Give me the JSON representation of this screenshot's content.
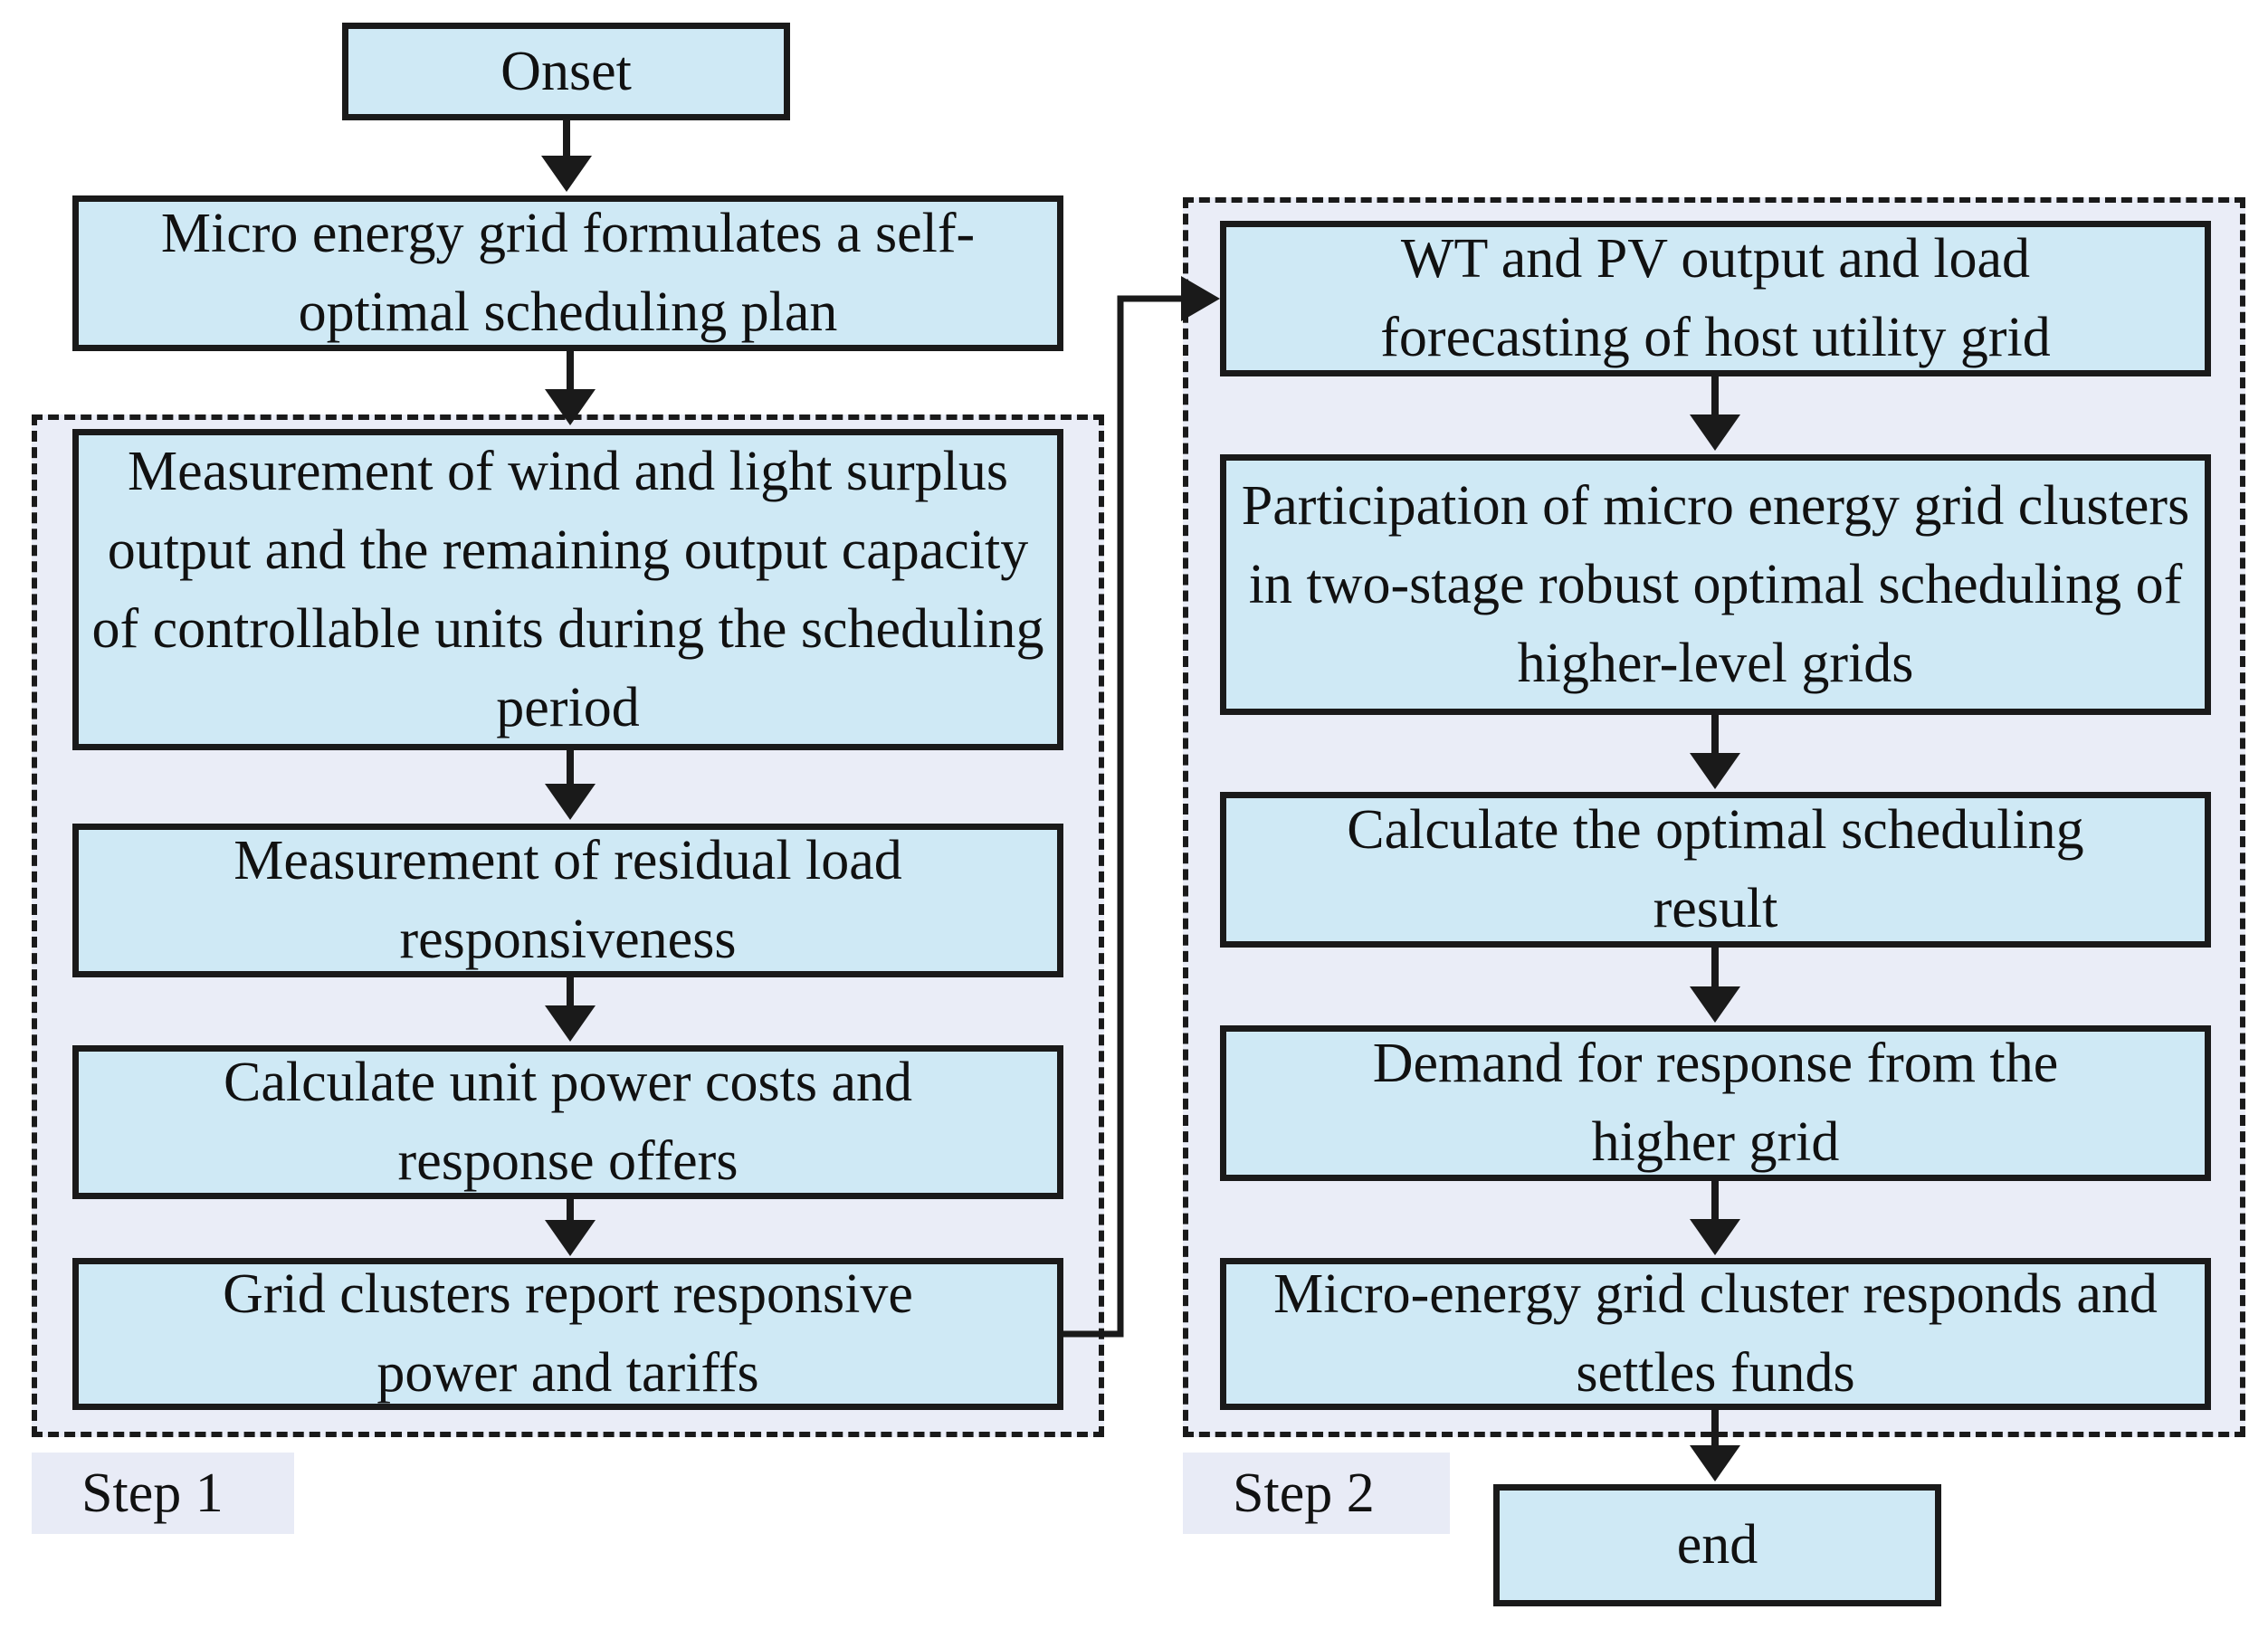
{
  "colors": {
    "box_fill": "#cfe9f5",
    "box_border": "#1a1a1a",
    "group_background": "#eaedf7",
    "arrow": "#1a1a1a"
  },
  "start": "Onset",
  "end": "end",
  "step1": {
    "label": "Step 1",
    "nodes": [
      "Micro energy grid formulates a self-optimal scheduling plan",
      "Measurement of wind and light surplus output and the remaining output capacity of controllable units during the scheduling period",
      "Measurement of residual load responsiveness",
      "Calculate unit power costs and response offers",
      "Grid clusters report responsive power and tariffs"
    ]
  },
  "step2": {
    "label": "Step 2",
    "nodes": [
      "WT and PV output and load forecasting of host utility grid",
      "Participation of micro energy grid clusters in two-stage robust optimal scheduling of higher-level grids",
      "Calculate the optimal scheduling result",
      "Demand for response from the higher grid",
      "Micro-energy grid cluster responds and settles funds"
    ]
  }
}
